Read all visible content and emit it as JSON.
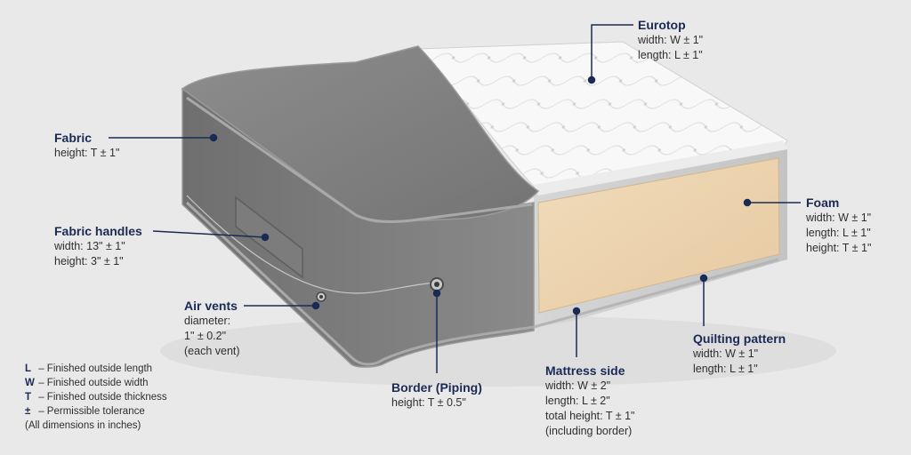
{
  "colors": {
    "background": "#e9e9e9",
    "label_title": "#1b2a55",
    "leader_line": "#1b2a55",
    "fabric": "#7a7a7a",
    "foam": "#ecd3ad",
    "eurotop": "#f7f7f7"
  },
  "labels": {
    "eurotop": {
      "title": "Eurotop",
      "lines": [
        "width: W ± 1\"",
        "length: L ± 1\""
      ]
    },
    "fabric": {
      "title": "Fabric",
      "lines": [
        "height: T ± 1\""
      ]
    },
    "fabric_handles": {
      "title": "Fabric handles",
      "lines": [
        "width: 13\" ± 1\"",
        "height: 3\" ± 1\""
      ]
    },
    "air_vents": {
      "title": "Air vents",
      "lines": [
        "diameter:",
        "1\" ± 0.2\"",
        "(each vent)"
      ]
    },
    "foam": {
      "title": "Foam",
      "lines": [
        "width: W ± 1\"",
        "length: L ± 1\"",
        "height: T ± 1\""
      ]
    },
    "quilting_pattern": {
      "title": "Quilting pattern",
      "lines": [
        "width: W ± 1\"",
        "length: L ± 1\""
      ]
    },
    "mattress_side": {
      "title": "Mattress side",
      "lines": [
        "width: W ± 2\"",
        "length: L ± 2\"",
        "total height: T ± 1\"",
        "(including border)"
      ]
    },
    "border_piping": {
      "title": "Border (Piping)",
      "lines": [
        "height: T ± 0.5\""
      ]
    }
  },
  "legend": [
    {
      "key": "L",
      "text": "– Finished outside length"
    },
    {
      "key": "W",
      "text": "– Finished outside width"
    },
    {
      "key": "T",
      "text": "– Finished outside thickness"
    },
    {
      "key": "±",
      "text": "– Permissible tolerance"
    },
    {
      "key": "",
      "text": "(All dimensions in inches)"
    }
  ]
}
